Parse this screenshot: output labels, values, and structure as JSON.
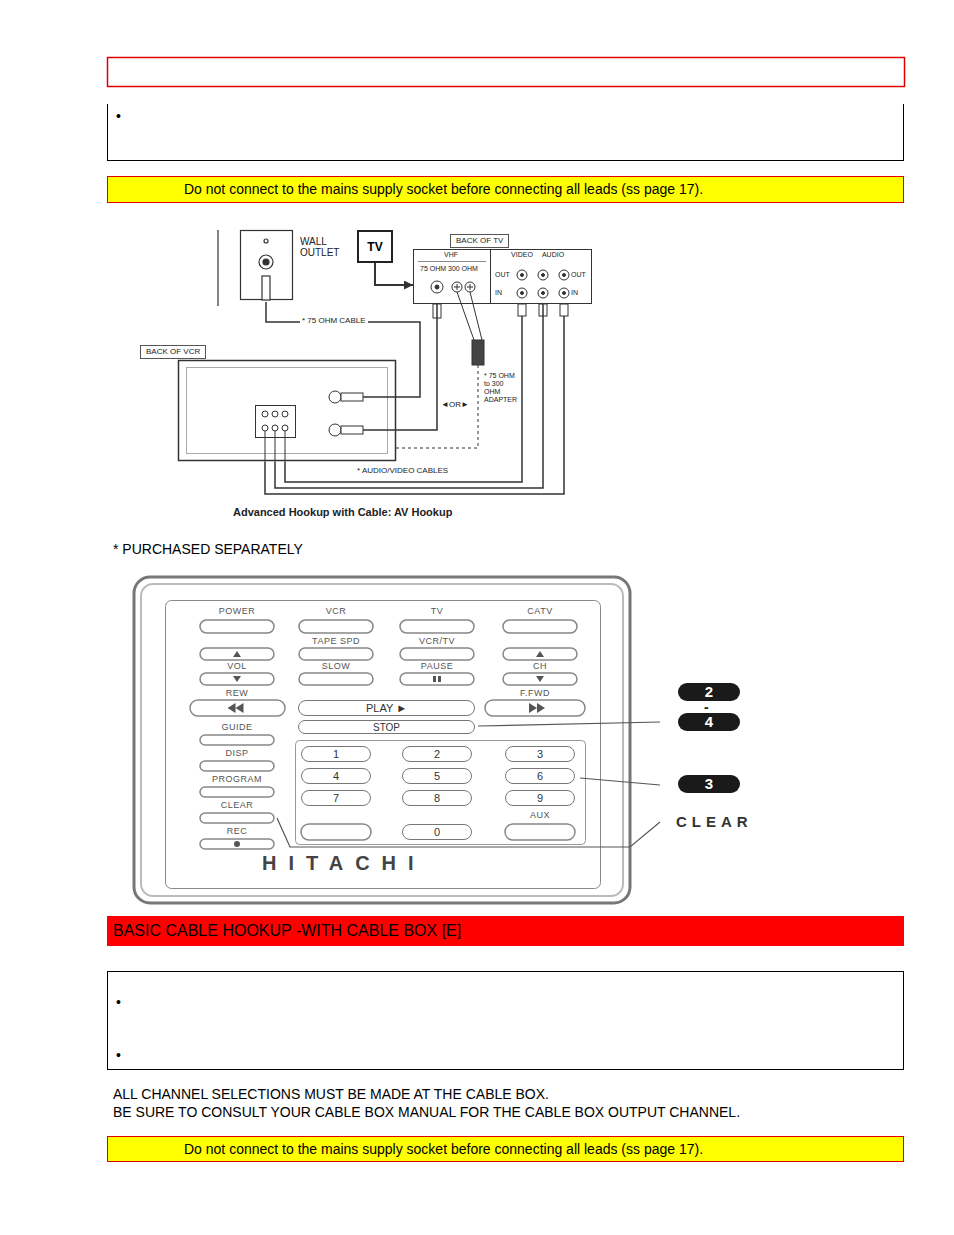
{
  "diagram": {
    "nodes": [
      {
        "text": [
          "•"
        ]
      },
      {
        "text": [
          "Do not connect to the mains supply socket before connecting all leads (ss page 17)."
        ]
      },
      {
        "text": [
          "WALL OUTLET"
        ]
      },
      {
        "text": [
          "TV"
        ]
      },
      {
        "text": [
          "BACK OF TV"
        ]
      },
      {
        "text": [
          "BACK OF VCR"
        ]
      },
      {
        "text": [
          "HITACHI"
        ]
      },
      {
        "text": [
          "PLAY ►"
        ],
        "in": 6
      },
      {
        "text": [
          "STOP"
        ],
        "in": 6
      },
      {
        "text": [
          "1"
        ],
        "in": 6
      },
      {
        "text": [
          "2"
        ],
        "in": 6
      },
      {
        "text": [
          "3"
        ],
        "in": 6
      },
      {
        "text": [
          "4"
        ],
        "in": 6
      },
      {
        "text": [
          "5"
        ],
        "in": 6
      },
      {
        "text": [
          "6"
        ],
        "in": 6
      },
      {
        "text": [
          "7"
        ],
        "in": 6
      },
      {
        "text": [
          "8"
        ],
        "in": 6
      },
      {
        "text": [
          "9"
        ],
        "in": 6
      },
      {
        "text": [
          "0"
        ],
        "in": 6
      },
      {
        "text": [
          "BASIC CABLE HOOKUP -WITH CABLE BOX [E]"
        ]
      },
      {
        "text": [
          "•",
          "•"
        ]
      },
      {
        "text": [
          "Do not connect to the mains supply socket before connecting all leads (ss page 17)."
        ]
      }
    ],
    "edges": [
      {
        "from": 2,
        "to": 5,
        "arrow": "none",
        "label": "* 75 OHM CABLE"
      },
      {
        "from": 5,
        "to": 4,
        "arrow": "none"
      },
      {
        "from": 5,
        "to": 4,
        "arrow": "none",
        "label": "* AUDIO/VIDEO CABLES"
      },
      {
        "from": 3,
        "to": 4,
        "arrow": "to"
      }
    ],
    "labels": [
      "VHF",
      "75 OHM",
      "300 OHM",
      "VIDEO",
      "AUDIO",
      "OUT",
      "IN",
      "OUT",
      "IN",
      "◄OR►",
      "* 75 OHM to 300 OHM ADAPTER",
      "Advanced Hookup with Cable: AV Hookup",
      "* PURCHASED SEPARATELY",
      "POWER",
      "VCR",
      "TV",
      "CATV",
      "TAPE SPD",
      "VCR/TV",
      "VOL",
      "SLOW",
      "PAUSE",
      "CH",
      "REW",
      "F.FWD",
      "GUIDE",
      "DISP",
      "PROGRAM",
      "CLEAR",
      "REC",
      "AUX",
      "2",
      "-",
      "4",
      "3",
      "CLEAR",
      "ALL CHANNEL SELECTIONS MUST BE MADE AT THE CABLE BOX.",
      "BE SURE TO CONSULT YOUR CABLE BOX MANUAL FOR THE CABLE BOX OUTPUT CHANNEL."
    ]
  }
}
